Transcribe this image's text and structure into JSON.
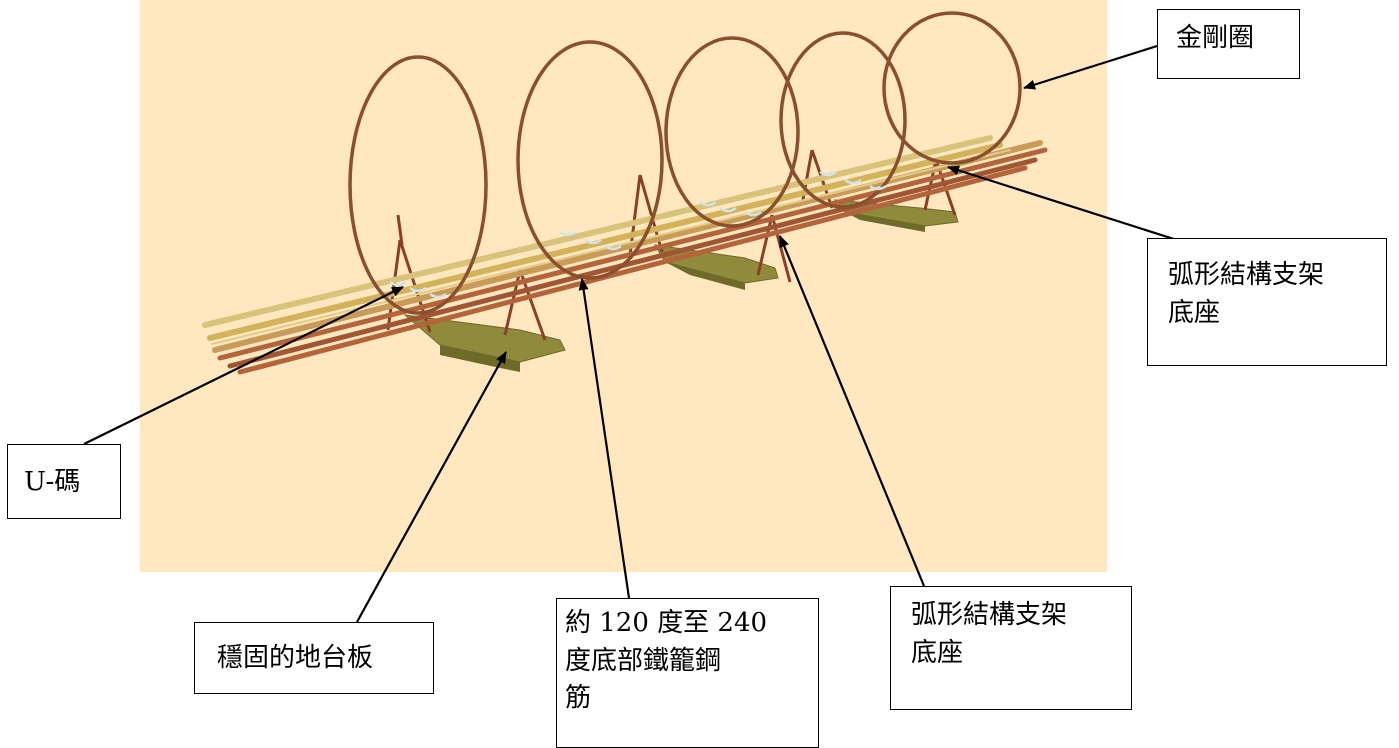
{
  "colors": {
    "background": "#FFE8BF",
    "ring": "#8a4f2c",
    "rebar_gold": "#d2b25a",
    "rebar_copper": "#b3643a",
    "base_plate": "#8f8a3c",
    "bracket": "#8a4028",
    "u_clamp": "#cfe3ea"
  },
  "labels": {
    "jingang_ring": "金剛圈",
    "arc_bracket_base_right": "弧形結構支架\n底座",
    "u_clamp": "U-碼",
    "stable_base_plate": "穩固的地台板",
    "bottom_rebar": "約 120 度至 240\n度底部鐵籠鋼\n筋",
    "arc_bracket_base_bottom": "弧形結構支架\n底座"
  },
  "icons": [
    "ring-icon",
    "rebar-icon",
    "base-plate-icon",
    "bracket-icon",
    "u-clamp-icon",
    "arrow-icon"
  ]
}
